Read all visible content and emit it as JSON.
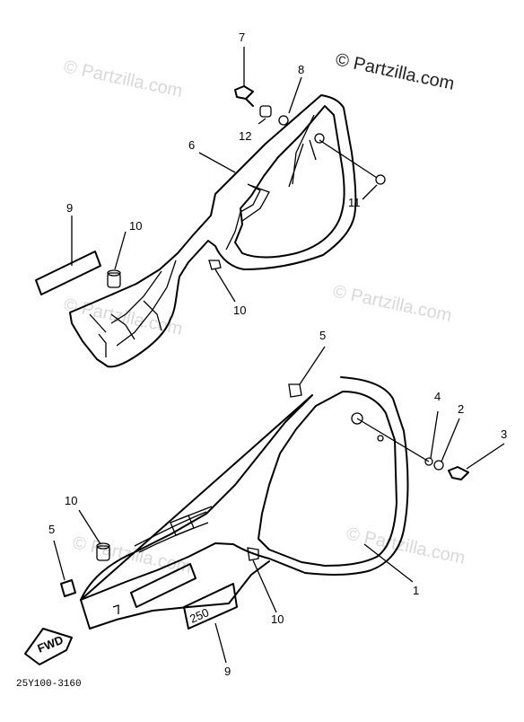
{
  "watermark": {
    "dark_text": "© Partzilla.com",
    "faint_text": "© Partzilla.com"
  },
  "callouts": [
    {
      "label": "7"
    },
    {
      "label": "8"
    },
    {
      "label": "12"
    },
    {
      "label": "6"
    },
    {
      "label": "11"
    },
    {
      "label": "9"
    },
    {
      "label": "10"
    },
    {
      "label": "10"
    },
    {
      "label": "5"
    },
    {
      "label": "4"
    },
    {
      "label": "2"
    },
    {
      "label": "3"
    },
    {
      "label": "10"
    },
    {
      "label": "5"
    },
    {
      "label": "1"
    },
    {
      "label": "10"
    },
    {
      "label": "9"
    }
  ],
  "decal_text": "250",
  "fwd_text": "FWD",
  "diagram_code": "25Y100-3160"
}
